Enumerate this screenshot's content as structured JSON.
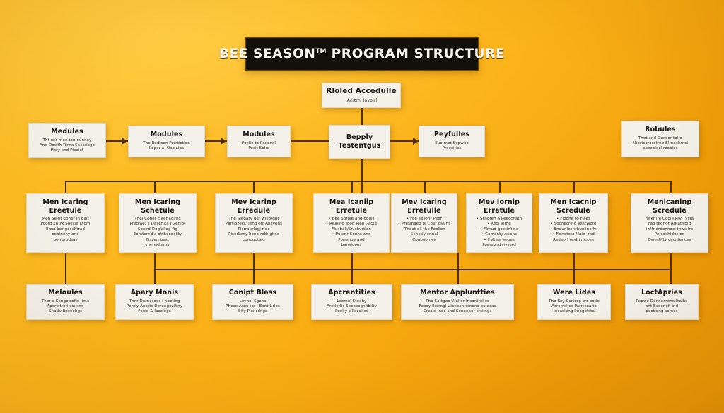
{
  "banner": {
    "title_main": "BEE SEASON",
    "title_tm": "TM",
    "title_rest": "PROGRAM STRUCTURE"
  },
  "theme": {
    "background_top": "#fcc229",
    "background_bottom": "#e69505",
    "card_fill": "#f3f1ea",
    "connector": "#4a2f0b",
    "banner_fill": "#130f0b",
    "banner_text": "#f7f4ef"
  },
  "root": {
    "header": "Rloled Accedulle",
    "body": [
      "(Acrtrni Invoir)"
    ]
  },
  "row_modules": [
    {
      "header": "Medules",
      "body": [
        "Tht unr mee ten eunney",
        "And Dowth Terna Sacarlcge",
        "Piwy and Pleciet"
      ]
    },
    {
      "header": "Modules",
      "body": [
        "The Redleen Porrtiotion",
        "Poper al Oaclaies"
      ]
    },
    {
      "header": "Modules",
      "body": [
        "Poklie to Pexonal",
        "Pesit Solrs"
      ]
    },
    {
      "header": "Bepply Testentgus",
      "body": []
    },
    {
      "header": "Peyfulles",
      "body": [
        "Euoimet Sepwee",
        "Precoilies"
      ]
    },
    {
      "header": "Robules",
      "body": [
        "Thet and Ouseor toird",
        "Ntertsorosstrne Blrnachrnsl",
        "acceplecl reooies"
      ]
    }
  ],
  "row_mentorship": [
    {
      "header": [
        "Men Icaring",
        "Ereetule"
      ],
      "bullets": false,
      "body": [
        "Men Seint doher in palt",
        "Poorg kritrx Soesie Diom",
        "Ewst bor goschtrad",
        "ooaineny and",
        "gorrurodsas"
      ]
    },
    {
      "header": [
        "Men Icaring",
        "Schetule"
      ],
      "bullets": false,
      "body": [
        "Thel Coner claer Lolrns",
        "Predlae; il Dasenita  l'Geniot",
        "Soolrd Ooglaliog ftg",
        "Eamternd a otthecoolity",
        "Fiszernoest",
        "mensdoims"
      ]
    },
    {
      "header": [
        "Mev Icarinp",
        "Erredule"
      ],
      "bullets": false,
      "body": [
        "The Sieoary der wisbtdnt",
        "Partiozeci, Tend orr Ansvens",
        "Plcrraurlogj rlee",
        "Pisedieny bono rothighns",
        "conpodtieg"
      ]
    },
    {
      "header": [
        "Mea Icaniip",
        "Erretule"
      ],
      "bullets": true,
      "body": [
        "Bee Sorole and oples",
        "Realstc Tood Pien i-acte",
        "Flusbak/Snicbvrtion",
        "Puemr Sonhs and",
        "Porrsnge and",
        "bansidoes"
      ]
    },
    {
      "header": [
        "Mev Icaring",
        "Erretulle"
      ],
      "bullets": true,
      "body": [
        "Fee sesonr Peer",
        "Presinaed ol Coer ossins",
        "'Thoat oll the Feolion",
        "Senetiy srinal",
        "Conboomes"
      ]
    },
    {
      "header": [
        "Mev Iornip",
        "Erretule"
      ],
      "bullets": true,
      "body": [
        "Sesoren a Peecchath",
        "Xedl lerne",
        "Flrnud goccintine",
        "Comonty Apens",
        "Caltesr sobes",
        "Poersond rivserd"
      ]
    },
    {
      "header": [
        "Men Icacnip",
        "Scredule"
      ],
      "bullets": true,
      "body": [
        "Floone to Fiaes",
        "Sochecring VsstWote",
        "Eneunicenrbuniinolfy",
        "Fionotest Maie- rnd",
        "Redeorl ond yrocces"
      ]
    },
    {
      "header": [
        "Menicaninp",
        "Scredule"
      ],
      "bullets": false,
      "body": [
        "Nekr lre Coole Pry Tvsta",
        "Fao teonor Agtatfrdig",
        "ihMnardonnocl thws lre",
        "Persoshidos ed",
        "Owestifty caontences"
      ]
    }
  ],
  "row_outcomes": [
    {
      "header": "Meloules",
      "body": [
        "Ther e Sengotrofte lime",
        "Apsry treriles; snd",
        "Snatlv Receobgs"
      ]
    },
    {
      "header": "Apary Monis",
      "body": [
        "Thnr Dornesoes i npoting",
        "Perely Anotts Derengoziffny",
        "Feole & lecologs"
      ]
    },
    {
      "header": "Conipt Blass",
      "body": [
        "Leynol Sgehs",
        "Phese Acxe tor i Eant Urles",
        "Sity Plexcdngs"
      ]
    },
    {
      "header": "Apcrentities",
      "body": [
        "Lcomol Steehy",
        "Arctlerlic Secocognitbilty",
        "Peolly e Pseolies"
      ]
    },
    {
      "header": "Mentor Appluntties",
      "body": [
        "The Sattgac Uraker Incontrolies",
        "Feooy Ilerrngi Uloeoanremonc bulecas",
        "Croats inec and Seneoaor crslings"
      ]
    },
    {
      "header": "Were Lides",
      "body": [
        "The Key Certerg orr botle",
        "Acromslies Parrtexa to",
        "leoasiong lmogetsta"
      ]
    },
    {
      "header": "LoctApries",
      "body": [
        "Pepwe Donnomons lhaike",
        "ant.Besenefl ind",
        "pootlong somes"
      ]
    }
  ]
}
